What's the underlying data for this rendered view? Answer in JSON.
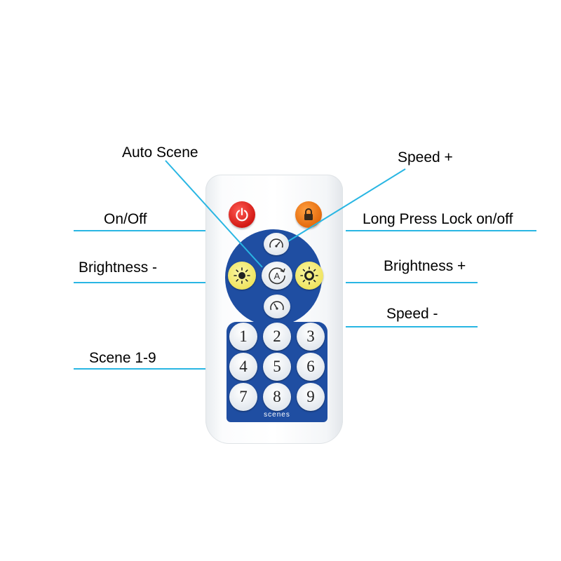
{
  "labels": {
    "auto_scene": "Auto Scene",
    "speed_plus": "Speed +",
    "on_off": "On/Off",
    "long_press_lock": "Long Press Lock on/off",
    "brightness_minus": "Brightness -",
    "brightness_plus": "Brightness +",
    "speed_minus": "Speed -",
    "scene_1_9": "Scene 1-9"
  },
  "remote": {
    "auto_button_letter": "A",
    "keypad": [
      "1",
      "2",
      "3",
      "4",
      "5",
      "6",
      "7",
      "8",
      "9"
    ],
    "keypad_caption": "scenes"
  },
  "colors": {
    "leader_line": "#29b6e3",
    "panel_blue": "#1f4ea2",
    "power_red": "#d21a15",
    "lock_orange": "#e46a0c",
    "brightness_yellow": "#efe35a"
  },
  "icons": [
    "power-icon",
    "lock-icon",
    "speedometer-icon",
    "sun-icon",
    "auto-icon"
  ]
}
